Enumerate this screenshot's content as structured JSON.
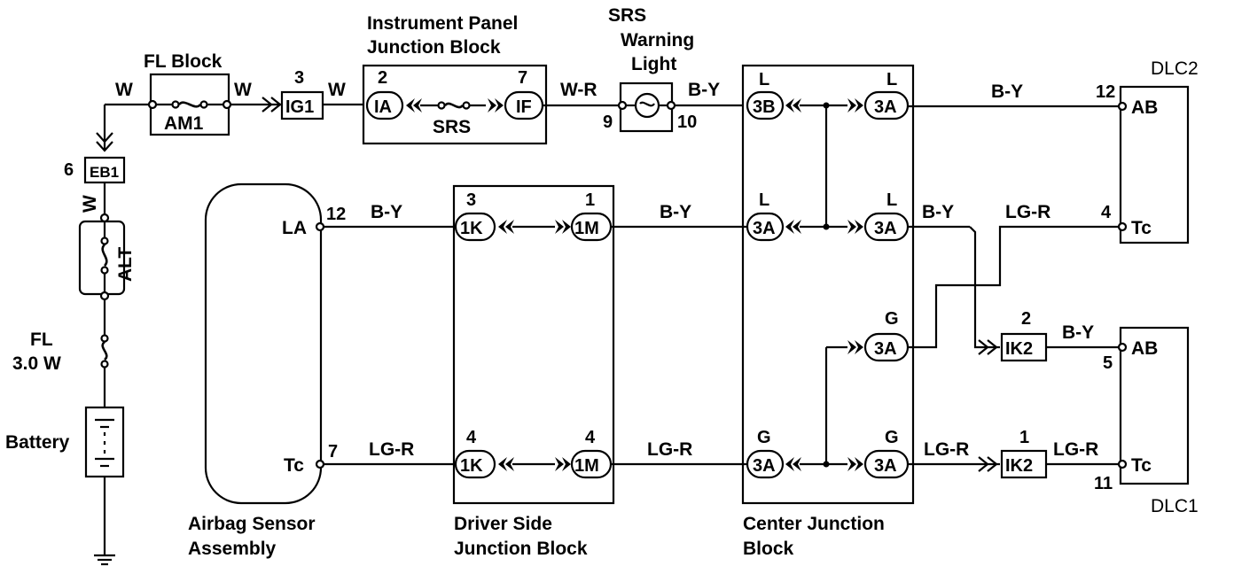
{
  "diagram": {
    "blocks": {
      "fl_block": "FL Block",
      "ip_jb_line1": "Instrument Panel",
      "ip_jb_line2": "Junction Block",
      "srs_light_line1": "SRS",
      "srs_light_line2": "Warning",
      "srs_light_line3": "Light",
      "dlc2": "DLC2",
      "dlc1": "DLC1",
      "airbag_line1": "Airbag Sensor",
      "airbag_line2": "Assembly",
      "dsjb_line1": "Driver Side",
      "dsjb_line2": "Junction Block",
      "cjb_line1": "Center Junction",
      "cjb_line2": "Block",
      "battery": "Battery",
      "fl_fuse_line1": "FL",
      "fl_fuse_line2": "3.0 W"
    },
    "fuses": {
      "am1": "AM1",
      "srs": "SRS",
      "alt": "ALT"
    },
    "connectors": {
      "ig1": "IG1",
      "eb1": "EB1",
      "ia": "IA",
      "if": "IF",
      "c3b": "3B",
      "c3a": "3A",
      "c1k": "1K",
      "c1m": "1M",
      "ik2": "IK2"
    },
    "terminals": {
      "ab": "AB",
      "tc": "Tc",
      "la": "LA",
      "l": "L",
      "g": "G"
    },
    "wire_colors": {
      "w": "W",
      "wr": "W-R",
      "by": "B-Y",
      "lgr": "LG-R"
    },
    "pins": {
      "p1": "1",
      "p2": "2",
      "p3": "3",
      "p4": "4",
      "p5": "5",
      "p6": "6",
      "p7": "7",
      "p9": "9",
      "p10": "10",
      "p11": "11",
      "p12": "12"
    }
  }
}
